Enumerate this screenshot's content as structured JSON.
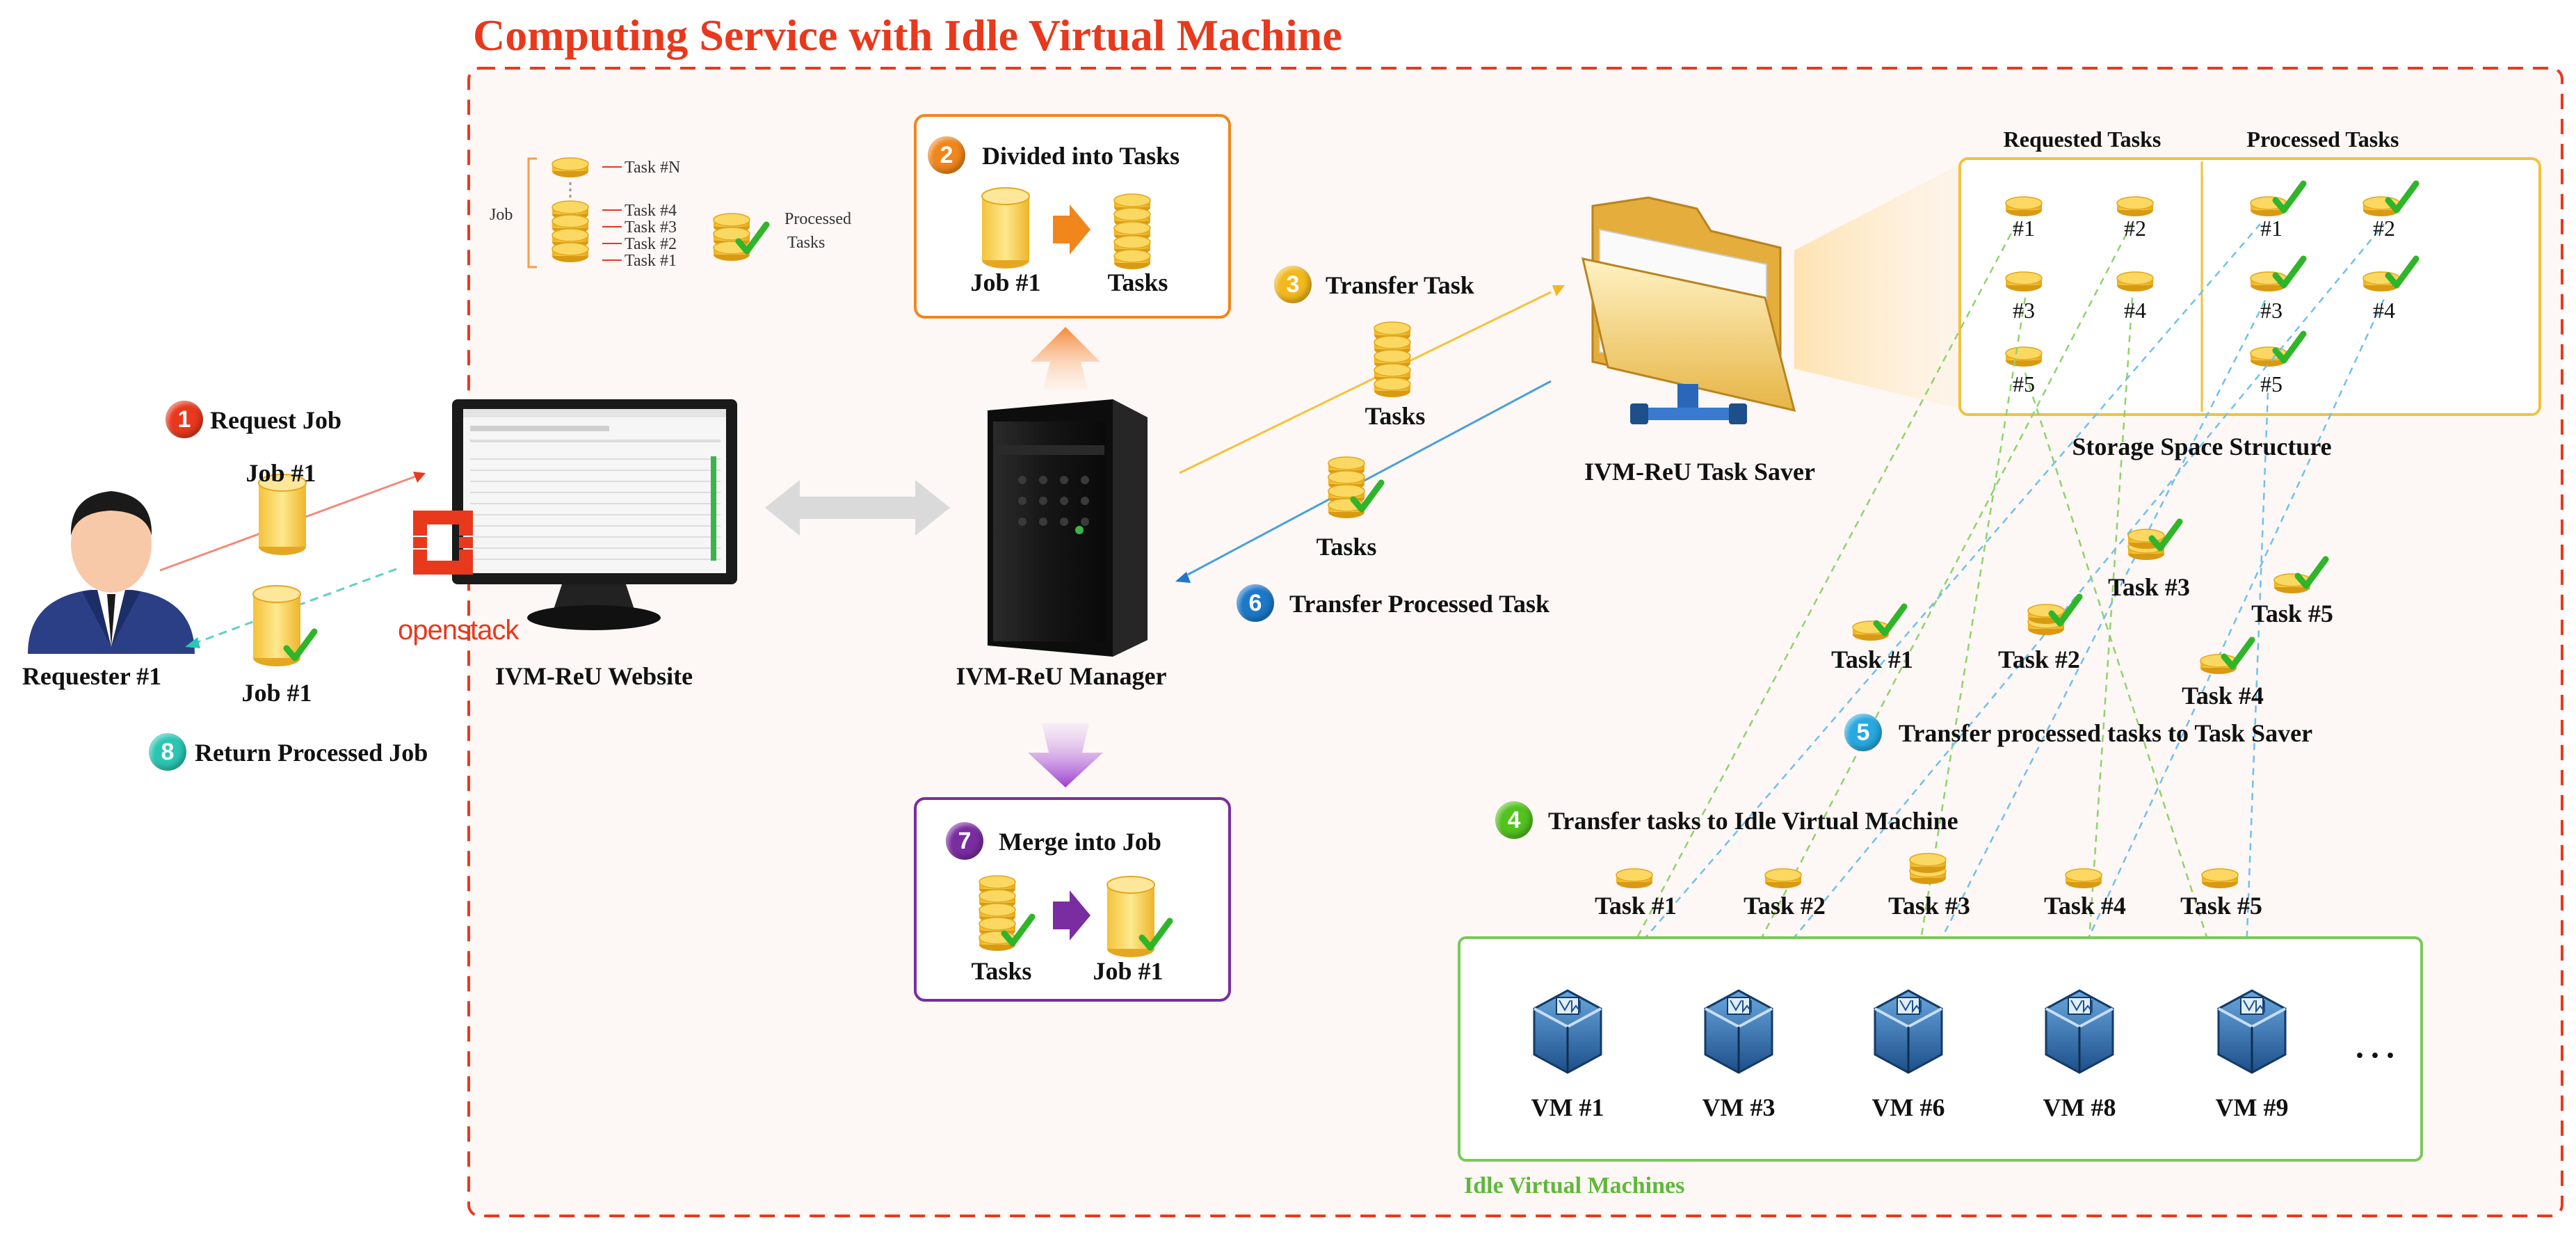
{
  "title": "Computing Service with Idle Virtual Machine",
  "legend": {
    "job": "Job",
    "task_n": "Task #N",
    "task_4": "Task #4",
    "task_3": "Task #3",
    "task_2": "Task #2",
    "task_1": "Task #1",
    "processed": "Processed",
    "tasks": "Tasks"
  },
  "steps": {
    "s1": {
      "num": "1",
      "label": "Request Job",
      "color": "#e8391d"
    },
    "s2": {
      "num": "2",
      "label": "Divided into Tasks",
      "color": "#f0861c"
    },
    "s3": {
      "num": "3",
      "label": "Transfer Task",
      "color": "#f2b81c"
    },
    "s4": {
      "num": "4",
      "label": "Transfer tasks to Idle Virtual Machine",
      "color": "#52c21f"
    },
    "s5": {
      "num": "5",
      "label": "Transfer processed tasks to Task Saver",
      "color": "#27a8e0"
    },
    "s6": {
      "num": "6",
      "label": "Transfer Processed Task",
      "color": "#1c78c8"
    },
    "s7": {
      "num": "7",
      "label": "Merge into Job",
      "color": "#7a2da0"
    },
    "s8": {
      "num": "8",
      "label": "Return Processed Job",
      "color": "#2ac6b3"
    }
  },
  "requester": {
    "label": "Requester #1",
    "job_in": "Job #1",
    "job_out": "Job #1"
  },
  "website": {
    "label": "IVM-ReU Website",
    "openstack": "openstack"
  },
  "manager": {
    "label": "IVM-ReU Manager"
  },
  "divide_box": {
    "job": "Job #1",
    "tasks": "Tasks"
  },
  "merge_box": {
    "tasks": "Tasks",
    "job": "Job #1"
  },
  "transfer": {
    "tasks_out": "Tasks",
    "tasks_back": "Tasks"
  },
  "saver": {
    "label": "IVM-ReU Task Saver"
  },
  "storage": {
    "requested_header": "Requested Tasks",
    "processed_header": "Processed Tasks",
    "caption": "Storage Space Structure",
    "requested": [
      "#1",
      "#2",
      "#3",
      "#4",
      "#5"
    ],
    "processed": [
      "#1",
      "#2",
      "#3",
      "#4",
      "#5"
    ]
  },
  "processed_tasks": [
    "Task #1",
    "Task #2",
    "Task #3",
    "Task #4",
    "Task #5"
  ],
  "queued_tasks": [
    "Task #1",
    "Task #2",
    "Task #3",
    "Task #4",
    "Task #5"
  ],
  "vms": [
    "VM #1",
    "VM #3",
    "VM #6",
    "VM #8",
    "VM #9"
  ],
  "vm_more": "···",
  "idle_label": "Idle Virtual  Machines",
  "colors": {
    "title": "#e8391d",
    "dashed_border": "#e8391d",
    "divide_border": "#f0861c",
    "merge_border": "#7a2da0",
    "storage_border": "#f2c23a",
    "idle_border": "#7cc85a",
    "coin": "#f7c832",
    "check": "#2fb52a"
  }
}
